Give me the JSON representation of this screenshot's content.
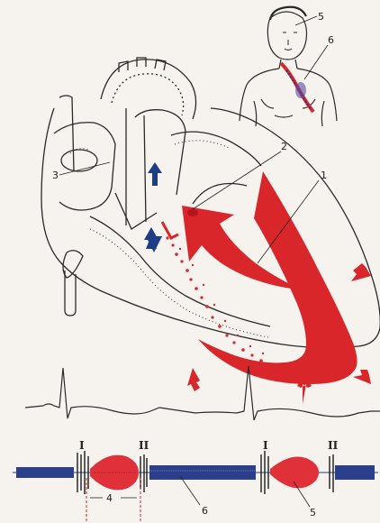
{
  "figure": {
    "colors": {
      "paper": "#f6f3ee",
      "ink": "#2a2a2a",
      "blood_red": "#d8262b",
      "venous_blue": "#1d3d86",
      "murmur_red": "#e0303a"
    },
    "callouts": [
      "1",
      "2",
      "3",
      "4",
      "5",
      "6"
    ],
    "lower_callouts": {
      "interval": "4",
      "murmur": "6",
      "tone_marker": "5"
    },
    "heart_sounds": {
      "first": "I",
      "second": "II",
      "first_repeat": "I",
      "second_repeat": "II"
    },
    "icons": [
      "human-torso-icon",
      "heart-cross-section-icon",
      "regurgitation-arrow-icon",
      "pressure-arrow-icon",
      "ecg-trace-icon",
      "phonocardiogram-icon"
    ]
  }
}
